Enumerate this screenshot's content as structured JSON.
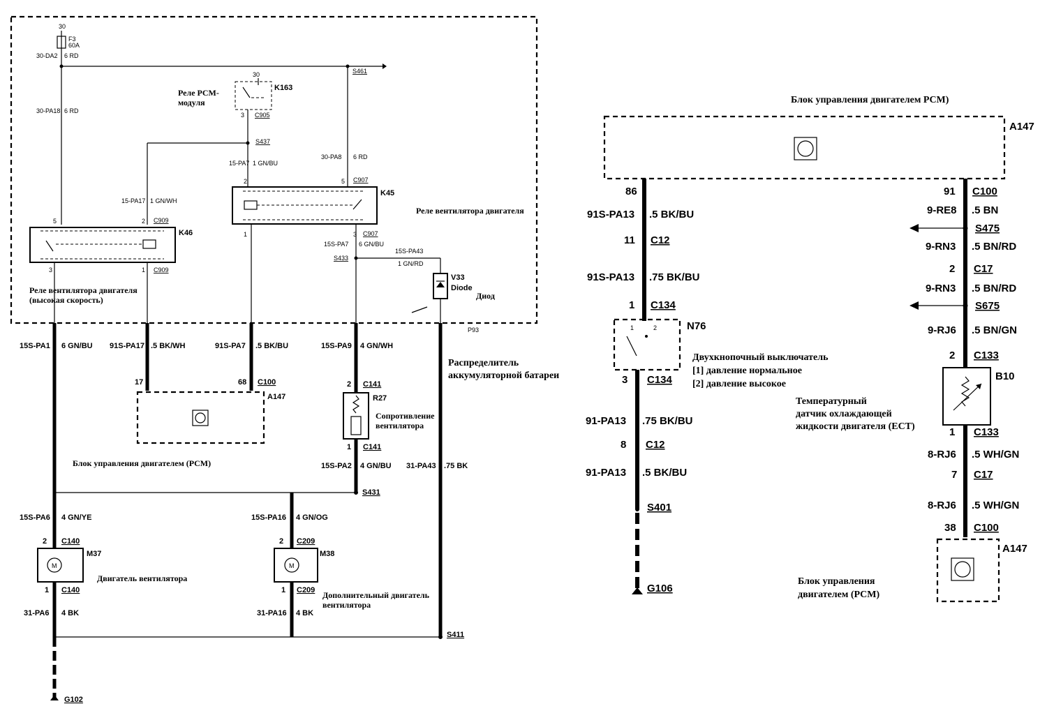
{
  "left": {
    "fuse": {
      "pin": "30",
      "name": "F3",
      "rating": "60A"
    },
    "splices": {
      "s461": "S461",
      "s437": "S437",
      "s433": "S433",
      "s431": "S431",
      "s411": "S411"
    },
    "connectors": {
      "c905": "C905",
      "c907a": "C907",
      "c907b": "C907",
      "c909a": "C909",
      "c909b": "C909",
      "c100": "C100",
      "c141a": "C141",
      "c141b": "C141",
      "c140a": "C140",
      "c140b": "C140",
      "c209a": "C209",
      "c209b": "C209"
    },
    "wires": {
      "w30da2": "30-DA2",
      "w30da2_spec": "6 RD",
      "w30pa18": "30-PA18",
      "w30pa18_spec": "6 RD",
      "w15pa17": "15-PA17",
      "w15pa17_spec": "1 GN/WH",
      "w15pa7": "15-PA7",
      "w15pa7_spec": "1 GN/BU",
      "w30pa8": "30-PA8",
      "w30pa8_spec": "6 RD",
      "w15spa7": "15S-PA7",
      "w15spa7_spec": "6 GN/BU",
      "w15spa43": "15S-PA43",
      "w15spa43_spec": "1 GN/RD",
      "w15spa1": "15S-PA1",
      "w15spa1_spec": "6 GN/BU",
      "w91spa17": "91S-PA17",
      "w91spa17_spec": ".5 BK/WH",
      "w91spa7": "91S-PA7",
      "w91spa7_spec": ".5 BK/BU",
      "w15spa9": "15S-PA9",
      "w15spa9_spec": "4 GN/WH",
      "w15spa2": "15S-PA2",
      "w15spa2_spec": "4 GN/BU",
      "w31pa43": "31-PA43",
      "w31pa43_spec": ".75 BK",
      "w15spa6": "15S-PA6",
      "w15spa6_spec": "4 GN/YE",
      "w15spa16": "15S-PA16",
      "w15spa16_spec": "4 GN/OG",
      "w31pa6": "31-PA6",
      "w31pa6_spec": "4 BK",
      "w31pa16": "31-PA16",
      "w31pa16_spec": "4 BK"
    },
    "k163": {
      "name": "K163",
      "pin30": "30",
      "pin3": "3",
      "label1": "Реле PCM-",
      "label2": "модуля"
    },
    "k45": {
      "name": "K45",
      "pin2": "2",
      "pin5": "5",
      "pin1": "1",
      "pin3": "3",
      "label": "Реле вентилятора двигателя"
    },
    "k46": {
      "name": "K46",
      "pin5": "5",
      "pin2": "2",
      "pin3": "3",
      "pin1": "1",
      "label1": "Реле вентилятора двигателя",
      "label2": "(высокая скорость)"
    },
    "diode": {
      "name": "V33",
      "label": "Diode",
      "label_ru": "Диод"
    },
    "box": {
      "name": "P93",
      "label1": "Распределитель",
      "label2": "аккумуляторной батареи"
    },
    "pcm": {
      "name": "A147",
      "pin17": "17",
      "pin68": "68",
      "label": "Блок управления двигателем (PCM)"
    },
    "r27": {
      "name": "R27",
      "pin2": "2",
      "pin1": "1",
      "label1": "Сопротивление",
      "label2": "вентилятора"
    },
    "m37": {
      "name": "M37",
      "pin2": "2",
      "pin1": "1",
      "label": "Двигатель вентилятора"
    },
    "m38": {
      "name": "M38",
      "pin2": "2",
      "pin1": "1",
      "label1": "Дополнительный двигатель",
      "label2": "вентилятора"
    },
    "ground": "G102"
  },
  "right": {
    "pcm_title": "Блок управления двигателем PCM)",
    "pcm_name": "A147",
    "col1": {
      "pin86": "86",
      "w1": "91S-PA13",
      "w1_spec": ".5 BK/BU",
      "pin11": "11",
      "c12a": "C12",
      "w2": "91S-PA13",
      "w2_spec": ".75 BK/BU",
      "pin1": "1",
      "c134a": "C134",
      "pin3": "3",
      "c134b": "C134",
      "w3": "91-PA13",
      "w3_spec": ".75 BK/BU",
      "pin8": "8",
      "c12b": "C12",
      "w4": "91-PA13",
      "w4_spec": ".5 BK/BU",
      "s401": "S401",
      "ground": "G106"
    },
    "n76": {
      "name": "N76",
      "pin1": "1",
      "pin2": "2",
      "label1": "Двухкнопочный выключатель",
      "label2": "[1] давление нормальное",
      "label3": "[2] давление высокое"
    },
    "col2": {
      "pin91": "91",
      "c100a": "C100",
      "w1": "9-RE8",
      "w1_spec": ".5 BN",
      "s475": "S475",
      "w2": "9-RN3",
      "w2_spec": ".5 BN/RD",
      "pin2a": "2",
      "c17a": "C17",
      "w3": "9-RN3",
      "w3_spec": ".5 BN/RD",
      "s675": "S675",
      "w4": "9-RJ6",
      "w4_spec": ".5 BN/GN",
      "pin2b": "2",
      "c133a": "C133",
      "pin1": "1",
      "c133b": "C133",
      "w5": "8-RJ6",
      "w5_spec": ".5 WH/GN",
      "pin7": "7",
      "c17b": "C17",
      "w6": "8-RJ6",
      "w6_spec": ".5 WH/GN",
      "pin38": "38",
      "c100b": "C100"
    },
    "b10": {
      "name": "B10",
      "label1": "Температурный",
      "label2": "датчик охлаждающей",
      "label3": "жидкости двигателя (ECT)"
    },
    "pcm2": {
      "name": "A147",
      "label1": "Блок управления",
      "label2": "двигателем (PCM)"
    }
  }
}
